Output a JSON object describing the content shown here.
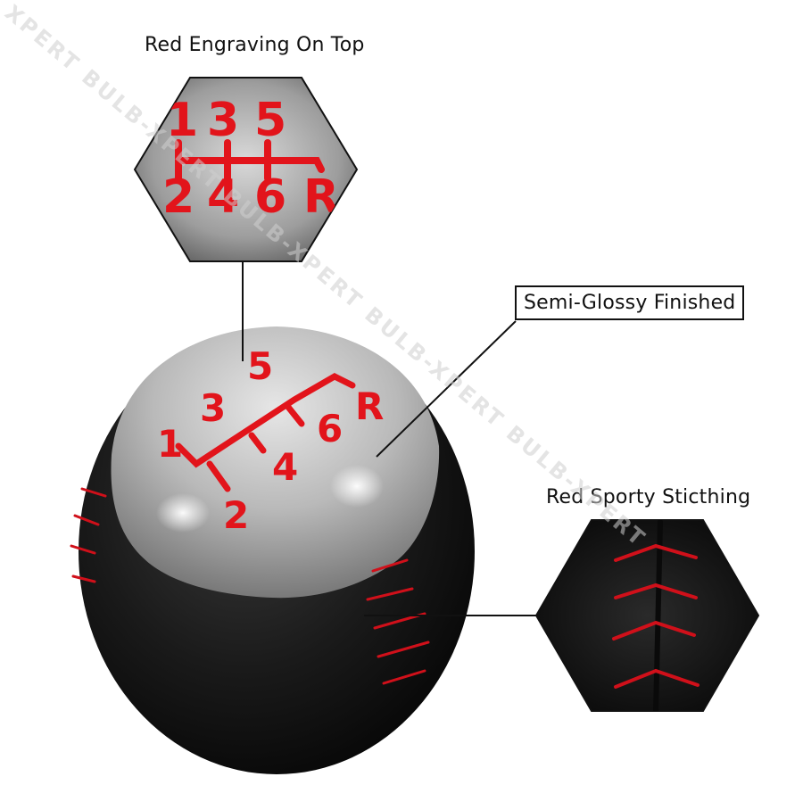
{
  "labels": {
    "top": "Red Engraving On Top",
    "finish": "Semi-Glossy Finished",
    "stitch": "Red Sporty Sticthing"
  },
  "watermark": "XPERT BULB-XPERT BULB-XPERT BULB-XPERT BULB-XPERT",
  "shift_pattern": {
    "top_row": [
      "1",
      "3",
      "5"
    ],
    "bottom_row": [
      "2",
      "4",
      "6",
      "R"
    ]
  },
  "colors": {
    "engraving": "#e2141b",
    "leather": "#141414",
    "chrome": "#bdbdbd",
    "watermark": "#c8c8c8"
  }
}
